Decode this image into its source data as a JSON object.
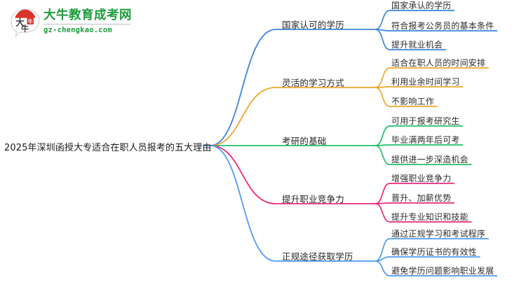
{
  "logo": {
    "mark_text": "大牛",
    "name_cn": "大牛教育成考网",
    "domain": "gz-chengkao.com",
    "brand_color": "#1F9B3C",
    "mark_accent_color": "#D9342B"
  },
  "mindmap": {
    "root": {
      "label": "2025年深圳函授大专适合在职人员报考的五大理由"
    },
    "branches": [
      {
        "label": "国家认可的学历",
        "color": "#3D85D8",
        "children": [
          {
            "label": "国家承认的学历"
          },
          {
            "label": "符合报考公务员的基本条件"
          },
          {
            "label": "提升就业机会"
          }
        ]
      },
      {
        "label": "灵活的学习方式",
        "color": "#EFA72C",
        "children": [
          {
            "label": "适合在职人员的时间安排"
          },
          {
            "label": "利用业余时间学习"
          },
          {
            "label": "不影响工作"
          }
        ]
      },
      {
        "label": "考研的基础",
        "color": "#22C06A",
        "children": [
          {
            "label": "可用于报考研究生"
          },
          {
            "label": "毕业满两年后可考"
          },
          {
            "label": "提供进一步深造机会"
          }
        ]
      },
      {
        "label": "提升职业竞争力",
        "color": "#EC2A7B",
        "children": [
          {
            "label": "增强职业竞争力"
          },
          {
            "label": "晋升、加薪优势"
          },
          {
            "label": "提升专业知识和技能"
          }
        ]
      },
      {
        "label": "正规途径获取学历",
        "color": "#4D9BF5",
        "children": [
          {
            "label": "通过正规学习和考试程序"
          },
          {
            "label": "确保学历证书的有效性"
          },
          {
            "label": "避免学历问题影响职业发展"
          }
        ]
      }
    ]
  }
}
